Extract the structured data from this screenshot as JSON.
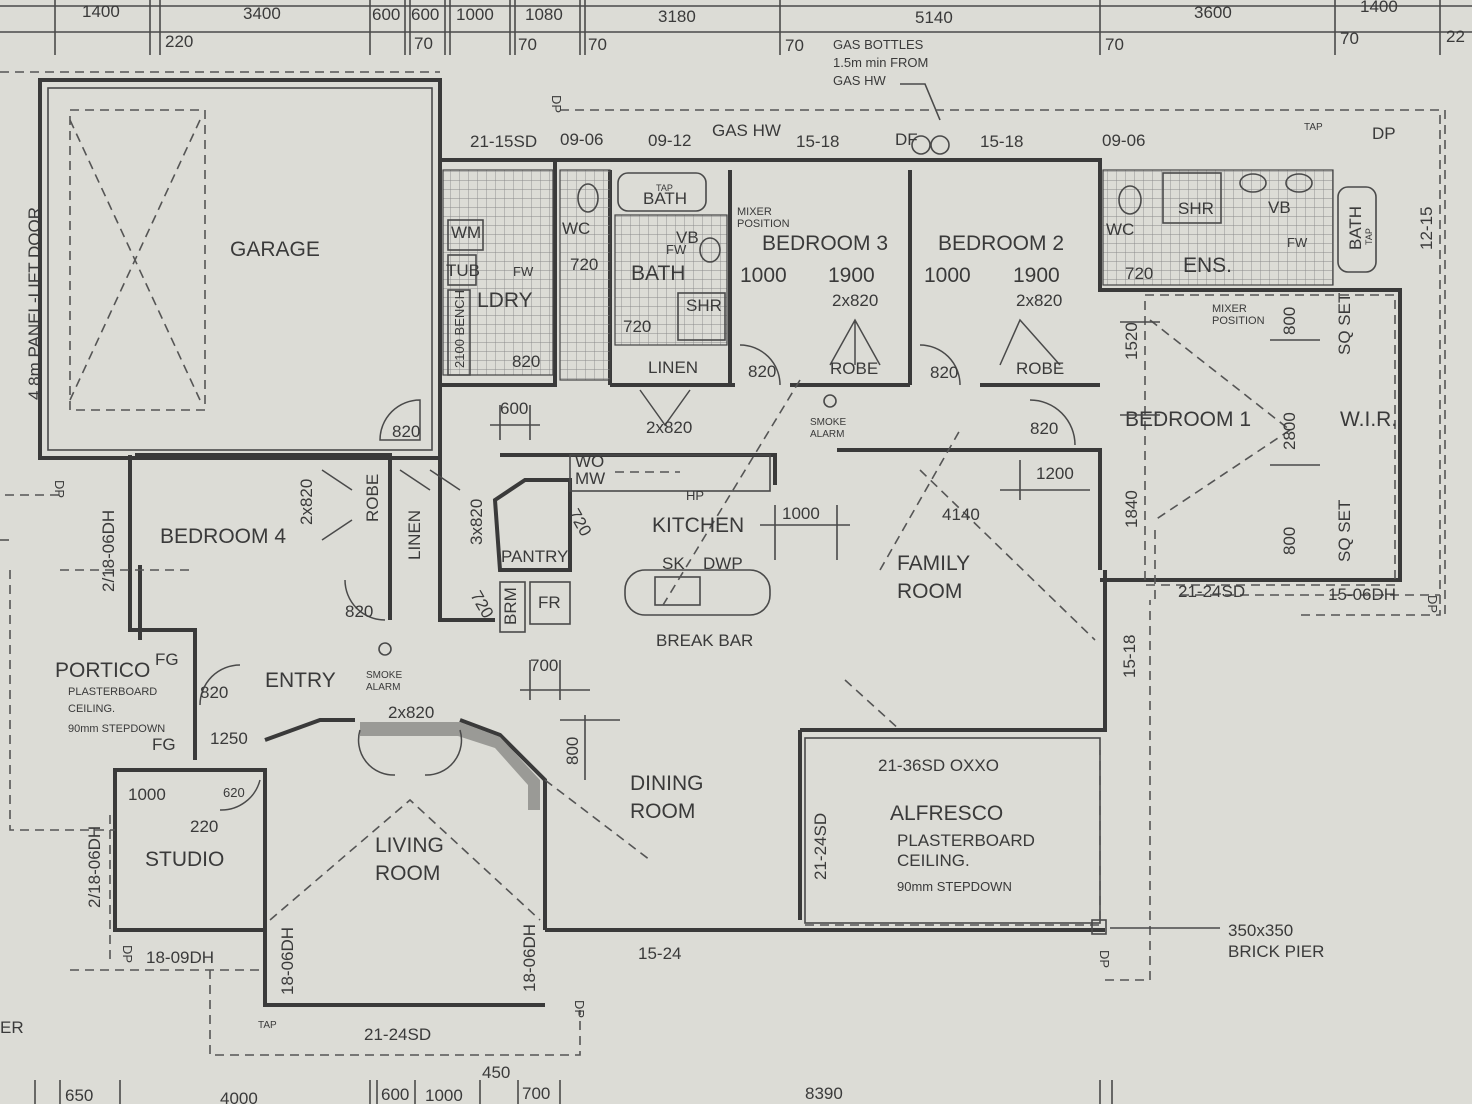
{
  "rooms": {
    "garage": "GARAGE",
    "laundry": "LDRY",
    "bath": "BATH",
    "bedroom3": "BEDROOM 3",
    "bedroom2": "BEDROOM 2",
    "ensuite": "ENS.",
    "bedroom1": "BEDROOM 1",
    "wir": "W.I.R.",
    "bedroom4": "BEDROOM 4",
    "kitchen": "KITCHEN",
    "family": [
      "FAMILY",
      "ROOM"
    ],
    "portico": "PORTICO",
    "entry": "ENTRY",
    "studio": "STUDIO",
    "living": [
      "LIVING",
      "ROOM"
    ],
    "dining": [
      "DINING",
      "ROOM"
    ],
    "alfresco": "ALFRESCO",
    "pantry": "PANTRY",
    "linen_top": "LINEN",
    "linen_side": "LINEN",
    "robe_b3": "ROBE",
    "robe_b2": "ROBE",
    "robe_b4": "ROBE"
  },
  "fixtures": {
    "wc_left": "WC",
    "wc_right": "WC",
    "bath_tub": "BATH",
    "bath_tub_tap": "TAP",
    "ens_bath": "BATH",
    "ens_bath_tap": "TAP",
    "vb_bath": "VB",
    "vb_ens": "VB",
    "fw_bath": "FW",
    "fw_ens": "FW",
    "fw_ldry": "FW",
    "shr_bath": "SHR",
    "shr_ens": "SHR",
    "wm": "WM",
    "tub": "TUB",
    "bench": "2100 BENCH",
    "wo": "WO",
    "mw": "MW",
    "hp": "HP",
    "sk": "SK",
    "dwp": "DWP",
    "break_bar": "BREAK BAR",
    "brm": "BRM",
    "fr": "FR",
    "mixer": [
      "MIXER",
      "POSITION"
    ],
    "mixer_ens": [
      "MIXER",
      "POSITION"
    ],
    "smoke_alarm": [
      "SMOKE",
      "ALARM"
    ],
    "fg": "FG",
    "tap": "TAP",
    "df": "DF",
    "gas_hw": "GAS HW",
    "sq_set": "SQ SET"
  },
  "notes": {
    "gas_bottles": [
      "GAS BOTTLES",
      "1.5m min FROM",
      "GAS HW"
    ],
    "panel_door": "4.8m PANEL-LIFT DOOR",
    "portico_ceiling": [
      "PLASTERBOARD",
      "CEILING.",
      "90mm STEPDOWN"
    ],
    "alfresco_ceiling": [
      "PLASTERBOARD",
      "CEILING.",
      "90mm STEPDOWN"
    ],
    "brick_pier": [
      "350x350",
      "BRICK PIER"
    ],
    "edge_text": "ER"
  },
  "windows": {
    "w1": "21-15SD",
    "w2": "09-06",
    "w3": "09-12",
    "w4": "15-18",
    "w5": "15-18",
    "w6": "09-06",
    "w7": "12-15",
    "w8": "21-24SD",
    "w9": "15-06DH",
    "w10": "15-18",
    "w11": "21-36SD OXXO",
    "w12": "21-24SD",
    "w13": "15-24",
    "w14": "21-24SD",
    "w15": "18-06DH",
    "w16": "18-06DH",
    "w17": "18-09DH",
    "w18": "2/18-06DH",
    "w19": "2/18-06DH"
  },
  "dims_top": {
    "d1": "1400",
    "d2": "3400",
    "d3": "600",
    "d4": "600",
    "d5": "1000",
    "d6": "1080",
    "d7": "3180",
    "d8": "5140",
    "d9": "3600",
    "d10": "1400",
    "d11": "220",
    "d12": "70",
    "d13": "70",
    "d14": "70",
    "d15": "70",
    "d16": "70",
    "d17": "70",
    "d18": "22"
  },
  "dims_bottom": {
    "b1": "650",
    "b2": "4000",
    "b3": "600",
    "b4": "1000",
    "b5": "450",
    "b6": "700",
    "b7": "8390"
  },
  "dims_inner": {
    "i1": "1000",
    "i2": "1900",
    "i3": "1000",
    "i4": "1900",
    "i5": "2x820",
    "i6": "2x820",
    "i7": "820",
    "i8": "820",
    "i9": "820",
    "i10": "820",
    "i11": "720",
    "i12": "720",
    "i13": "720",
    "i14": "820",
    "i15": "600",
    "i16": "2x820",
    "i17": "2x820",
    "i18": "820",
    "i19": "3x820",
    "i20": "720",
    "i21": "720",
    "i22": "820",
    "i23": "1250",
    "i24": "1000",
    "i25": "620",
    "i26": "220",
    "i27": "700",
    "i28": "2x820",
    "i29": "800",
    "i30": "1000",
    "i31": "4140",
    "i32": "1200",
    "i33": "1520",
    "i34": "2800",
    "i35": "1840",
    "i36": "800",
    "i37": "800",
    "i38": "820"
  },
  "dp": "DP"
}
